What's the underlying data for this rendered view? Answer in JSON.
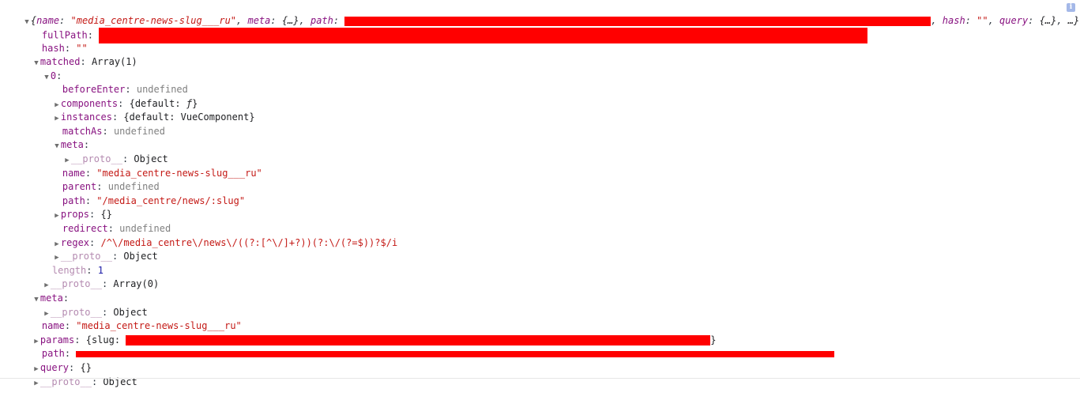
{
  "summary": {
    "open": "{",
    "k1": "name",
    "v1": "\"media_centre-news-slug___ru\"",
    "k2": "meta",
    "v2": "{…}",
    "k3": "path",
    "k4": "hash",
    "v4": "\"\"",
    "k5": "query",
    "v5": "{…}",
    "tail": "…}",
    "info": "i"
  },
  "rows": {
    "fullPath": {
      "key": "fullPath"
    },
    "hash": {
      "key": "hash",
      "value": "\"\""
    },
    "matched": {
      "key": "matched",
      "value": "Array(1)"
    },
    "item0": {
      "key": "0"
    },
    "beforeEnter": {
      "key": "beforeEnter",
      "value": "undefined"
    },
    "components": {
      "key": "components",
      "open": "{default: ",
      "fn": "ƒ",
      "close": "}"
    },
    "instances": {
      "key": "instances",
      "value": "{default: VueComponent}"
    },
    "matchAs": {
      "key": "matchAs",
      "value": "undefined"
    },
    "meta": {
      "key": "meta"
    },
    "metaProto": {
      "key": "__proto__",
      "value": "Object"
    },
    "name": {
      "key": "name",
      "value": "\"media_centre-news-slug___ru\""
    },
    "parent": {
      "key": "parent",
      "value": "undefined"
    },
    "path": {
      "key": "path",
      "value": "\"/media_centre/news/:slug\""
    },
    "props": {
      "key": "props",
      "value": "{}"
    },
    "redirect": {
      "key": "redirect",
      "value": "undefined"
    },
    "regex": {
      "key": "regex",
      "value": "/^\\/media_centre\\/news\\/((?:[^\\/]+?))(?:\\/(?=$))?$/i"
    },
    "itemProto": {
      "key": "__proto__",
      "value": "Object"
    },
    "length": {
      "key": "length",
      "value": "1"
    },
    "matchedProto": {
      "key": "__proto__",
      "value": "Array(0)"
    },
    "rootMeta": {
      "key": "meta"
    },
    "rootMetaProto": {
      "key": "__proto__",
      "value": "Object"
    },
    "rootName": {
      "key": "name",
      "value": "\"media_centre-news-slug___ru\""
    },
    "params": {
      "key": "params",
      "open": "{slug: ",
      "close": "}"
    },
    "rootPath": {
      "key": "path"
    },
    "query": {
      "key": "query",
      "value": "{}"
    },
    "rootProto": {
      "key": "__proto__",
      "value": "Object"
    }
  },
  "colors": {
    "key": "#881280",
    "string": "#c41a16",
    "number": "#1a1aa6",
    "undefined": "#808080",
    "redaction": "#ff0000"
  },
  "icons": {
    "expanded": "triangle-down-icon",
    "collapsed": "triangle-right-icon",
    "info": "info-icon"
  }
}
